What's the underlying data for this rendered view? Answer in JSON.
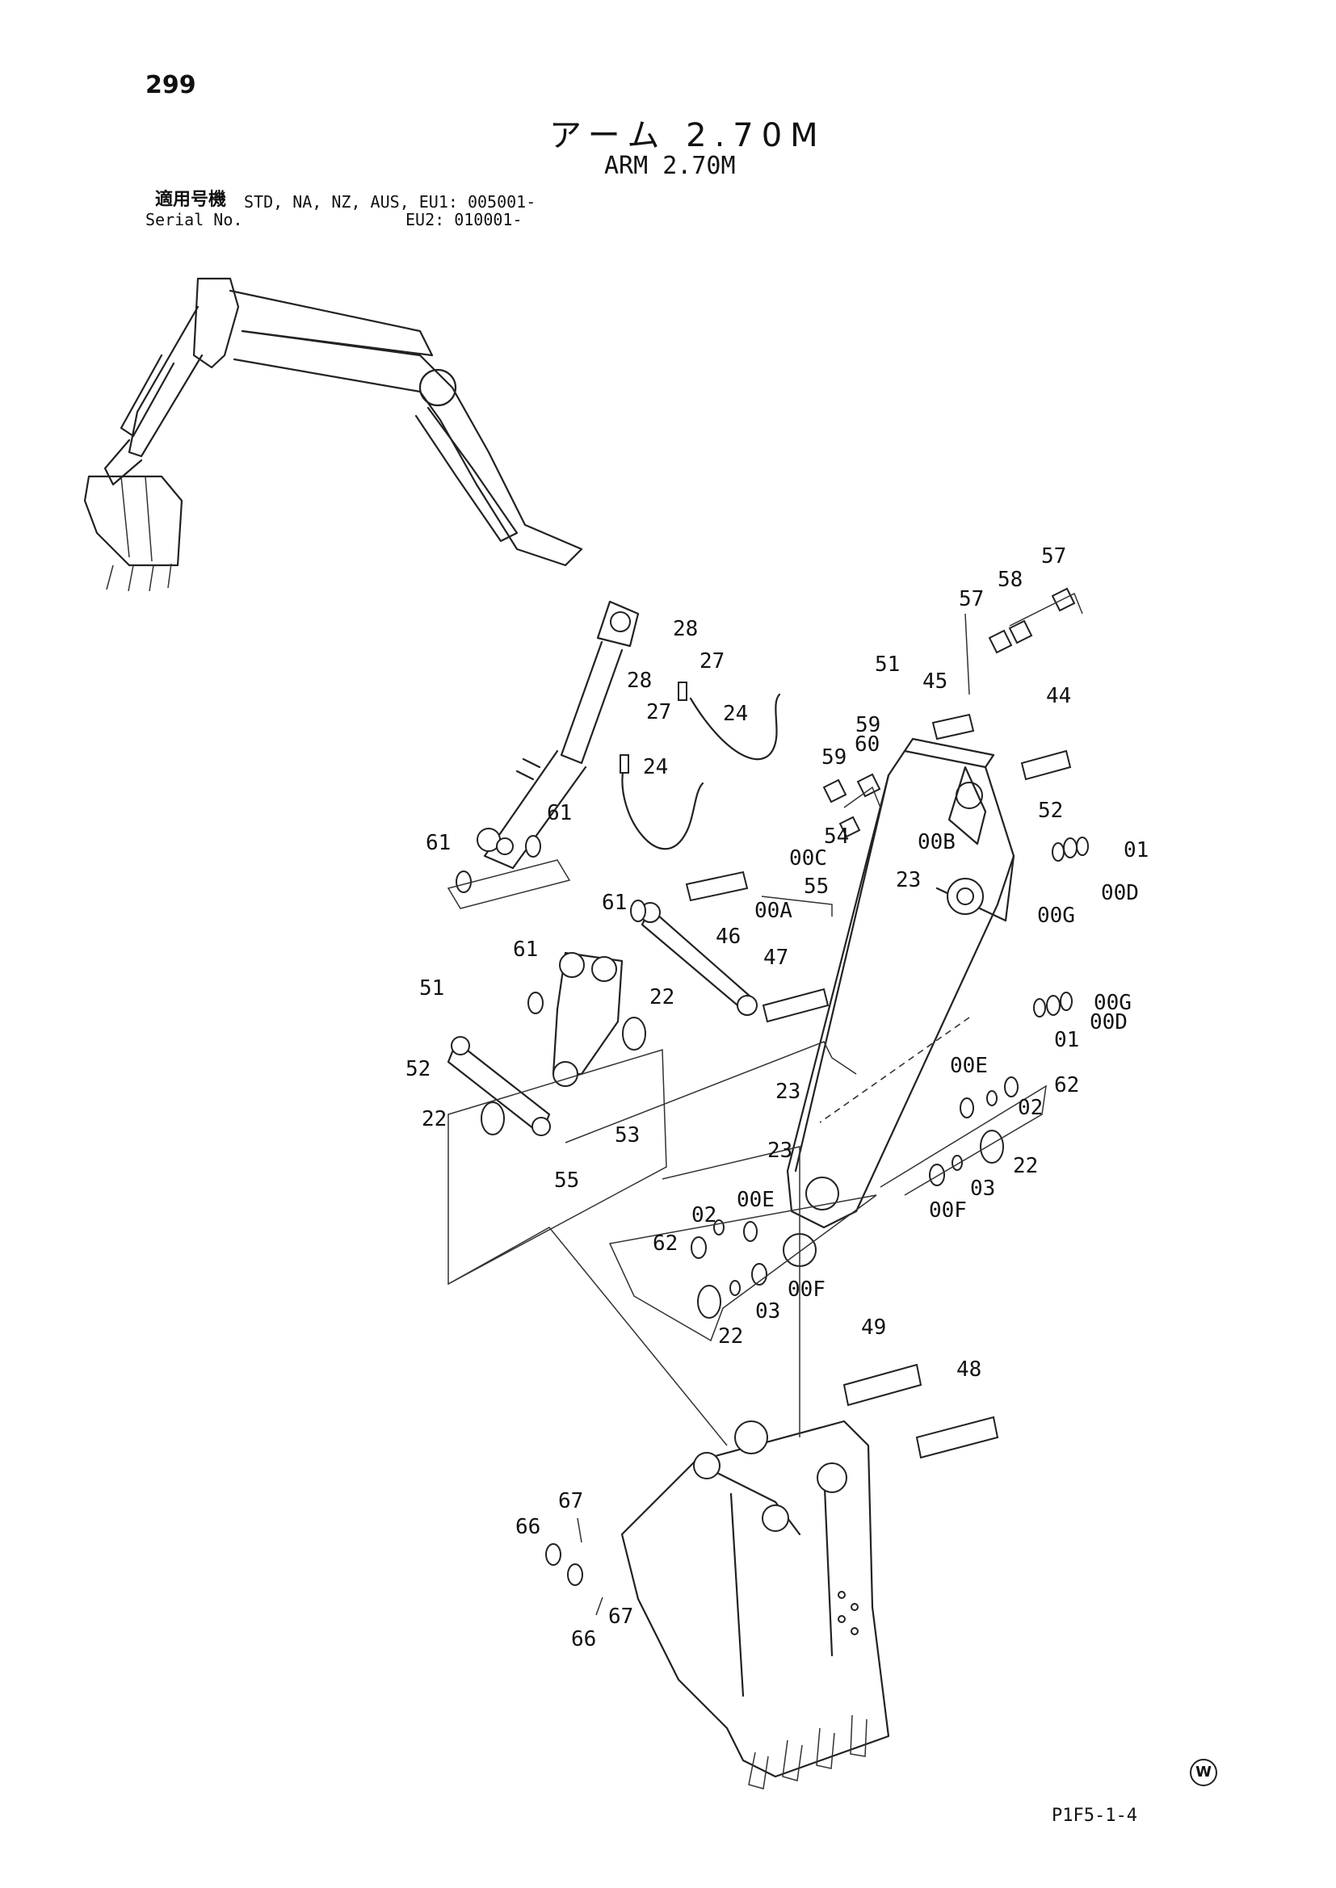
{
  "header": {
    "page_number": "299",
    "title_jp": "アーム 2.70M",
    "title_en": "ARM 2.70M",
    "serial_label_jp": "適用号機",
    "serial_label_en": "Serial No.",
    "serial_line1": "STD, NA, NZ, AUS, EU1: 005001-",
    "serial_line2": "EU2: 010001-"
  },
  "callouts": [
    "57",
    "58",
    "57",
    "51",
    "45",
    "44",
    "28",
    "27",
    "28",
    "27",
    "24",
    "24",
    "59",
    "60",
    "59",
    "52",
    "54",
    "00C",
    "00B",
    "01",
    "55",
    "00D",
    "23",
    "00G",
    "00A",
    "61",
    "61",
    "61",
    "46",
    "61",
    "47",
    "51",
    "22",
    "00G",
    "00D",
    "01",
    "52",
    "62",
    "00E",
    "23",
    "02",
    "22",
    "53",
    "22",
    "23",
    "55",
    "00E",
    "02",
    "00F",
    "03",
    "62",
    "00F",
    "03",
    "22",
    "49",
    "48",
    "67",
    "66",
    "67",
    "66"
  ],
  "footer": {
    "w_mark": "W",
    "ref_code": "P1F5-1-4"
  }
}
